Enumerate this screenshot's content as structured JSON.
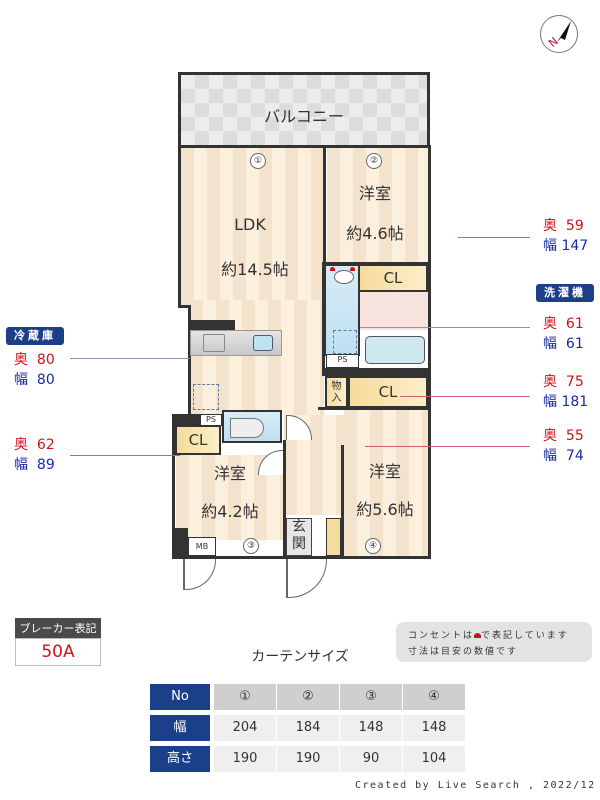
{
  "compass": {
    "label": "N",
    "icon": "north-arrow-icon"
  },
  "floor_plan": {
    "balcony": "バルコニー",
    "rooms": [
      {
        "id": "ldk",
        "name": "LDK",
        "size": "約14.5帖"
      },
      {
        "id": "western1",
        "name": "洋室",
        "size": "約4.6帖"
      },
      {
        "id": "western2",
        "name": "洋室",
        "size": "約4.2帖"
      },
      {
        "id": "western3",
        "name": "洋室",
        "size": "約5.6帖"
      }
    ],
    "window_markers": [
      "①",
      "②",
      "③",
      "④"
    ],
    "closet_label": "CL",
    "storage_label": "物入",
    "ps_label": "PS",
    "mb_label": "MB",
    "entrance_label": "玄関"
  },
  "annotations": {
    "fridge": {
      "tag": "冷蔵庫",
      "depth_label": "奥",
      "depth": "80",
      "width_label": "幅",
      "width": "80"
    },
    "closet_left": {
      "depth_label": "奥",
      "depth": "62",
      "width_label": "幅",
      "width": "89"
    },
    "closet_top": {
      "depth_label": "奥",
      "depth": "59",
      "width_label": "幅",
      "width": "147"
    },
    "washer": {
      "tag": "洗濯機",
      "depth_label": "奥",
      "depth": "61",
      "width_label": "幅",
      "width": "61"
    },
    "closet_mid": {
      "depth_label": "奥",
      "depth": "75",
      "width_label": "幅",
      "width": "181"
    },
    "storage": {
      "depth_label": "奥",
      "depth": "55",
      "width_label": "幅",
      "width": "74"
    }
  },
  "breaker": {
    "title": "ブレーカー表記",
    "value": "50A"
  },
  "note": {
    "line1_a": "コンセントは",
    "line1_b": "で表記しています",
    "line2": "寸法は目安の数値です"
  },
  "curtain": {
    "title": "カーテンサイズ",
    "row_headers": [
      "No",
      "幅",
      "高さ"
    ],
    "numbers": [
      "①",
      "②",
      "③",
      "④"
    ],
    "widths": [
      "204",
      "184",
      "148",
      "148"
    ],
    "heights": [
      "190",
      "190",
      "90",
      "104"
    ]
  },
  "credit": "Created by Live Search , 2022/12",
  "colors": {
    "depth": "#d0101a",
    "width": "#1a2aa8",
    "tag": "#1c3f8a"
  }
}
